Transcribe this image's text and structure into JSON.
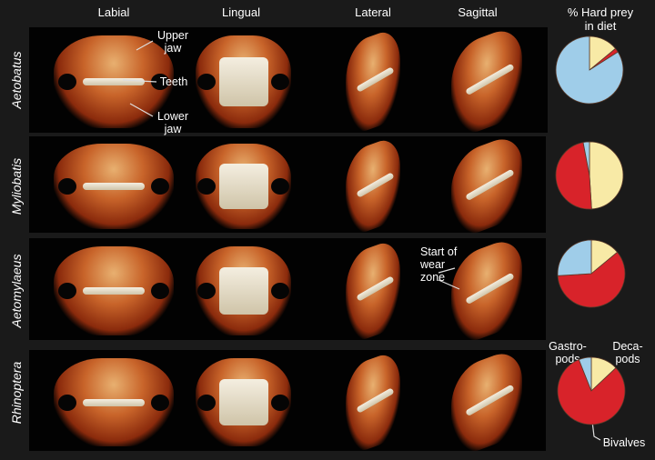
{
  "columns": {
    "labial": "Labial",
    "lingual": "Lingual",
    "lateral": "Lateral",
    "sagittal": "Sagittal",
    "diet_line1": "% Hard prey",
    "diet_line2": "in diet"
  },
  "species": [
    "Aetobatus",
    "Myliobatis",
    "Aetomylaeus",
    "Rhinoptera"
  ],
  "annotations": {
    "upper_jaw": [
      "Upper",
      "jaw"
    ],
    "teeth": "Teeth",
    "lower_jaw": [
      "Lower",
      "jaw"
    ],
    "wear_zone": [
      "Start of",
      "wear",
      "zone"
    ],
    "gastropods": [
      "Gastro-",
      "pods"
    ],
    "decapods": [
      "Deca-",
      "pods"
    ],
    "bivalves": "Bivalves"
  },
  "chart_data": {
    "type": "pie",
    "title": "% Hard prey in diet",
    "categories": [
      "Decapods",
      "Bivalves",
      "Gastropods"
    ],
    "colors": {
      "Decapods": "#f8eaa6",
      "Bivalves": "#d8232a",
      "Gastropods": "#9fcde9"
    },
    "series": [
      {
        "name": "Aetobatus",
        "values": [
          14,
          2,
          84
        ]
      },
      {
        "name": "Myliobatis",
        "values": [
          49,
          48,
          3
        ]
      },
      {
        "name": "Aetomylaeus",
        "values": [
          14,
          60,
          26
        ]
      },
      {
        "name": "Rhinoptera",
        "values": [
          13,
          81,
          6
        ]
      }
    ]
  }
}
